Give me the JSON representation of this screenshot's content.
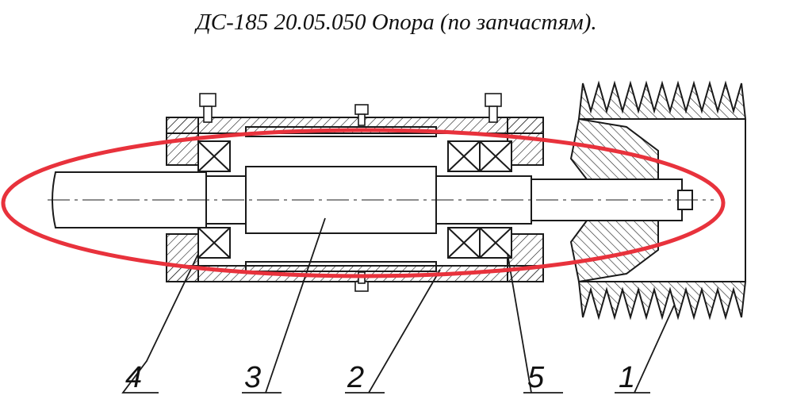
{
  "title": "ДС-185 20.05.050 Опора (по запчастям).",
  "callouts": [
    {
      "id": "4",
      "label": "4"
    },
    {
      "id": "3",
      "label": "3"
    },
    {
      "id": "2",
      "label": "2"
    },
    {
      "id": "5",
      "label": "5"
    },
    {
      "id": "1",
      "label": "1"
    }
  ],
  "colors": {
    "line": "#1a1a1a",
    "highlight": "#e8323c",
    "background": "#ffffff"
  }
}
